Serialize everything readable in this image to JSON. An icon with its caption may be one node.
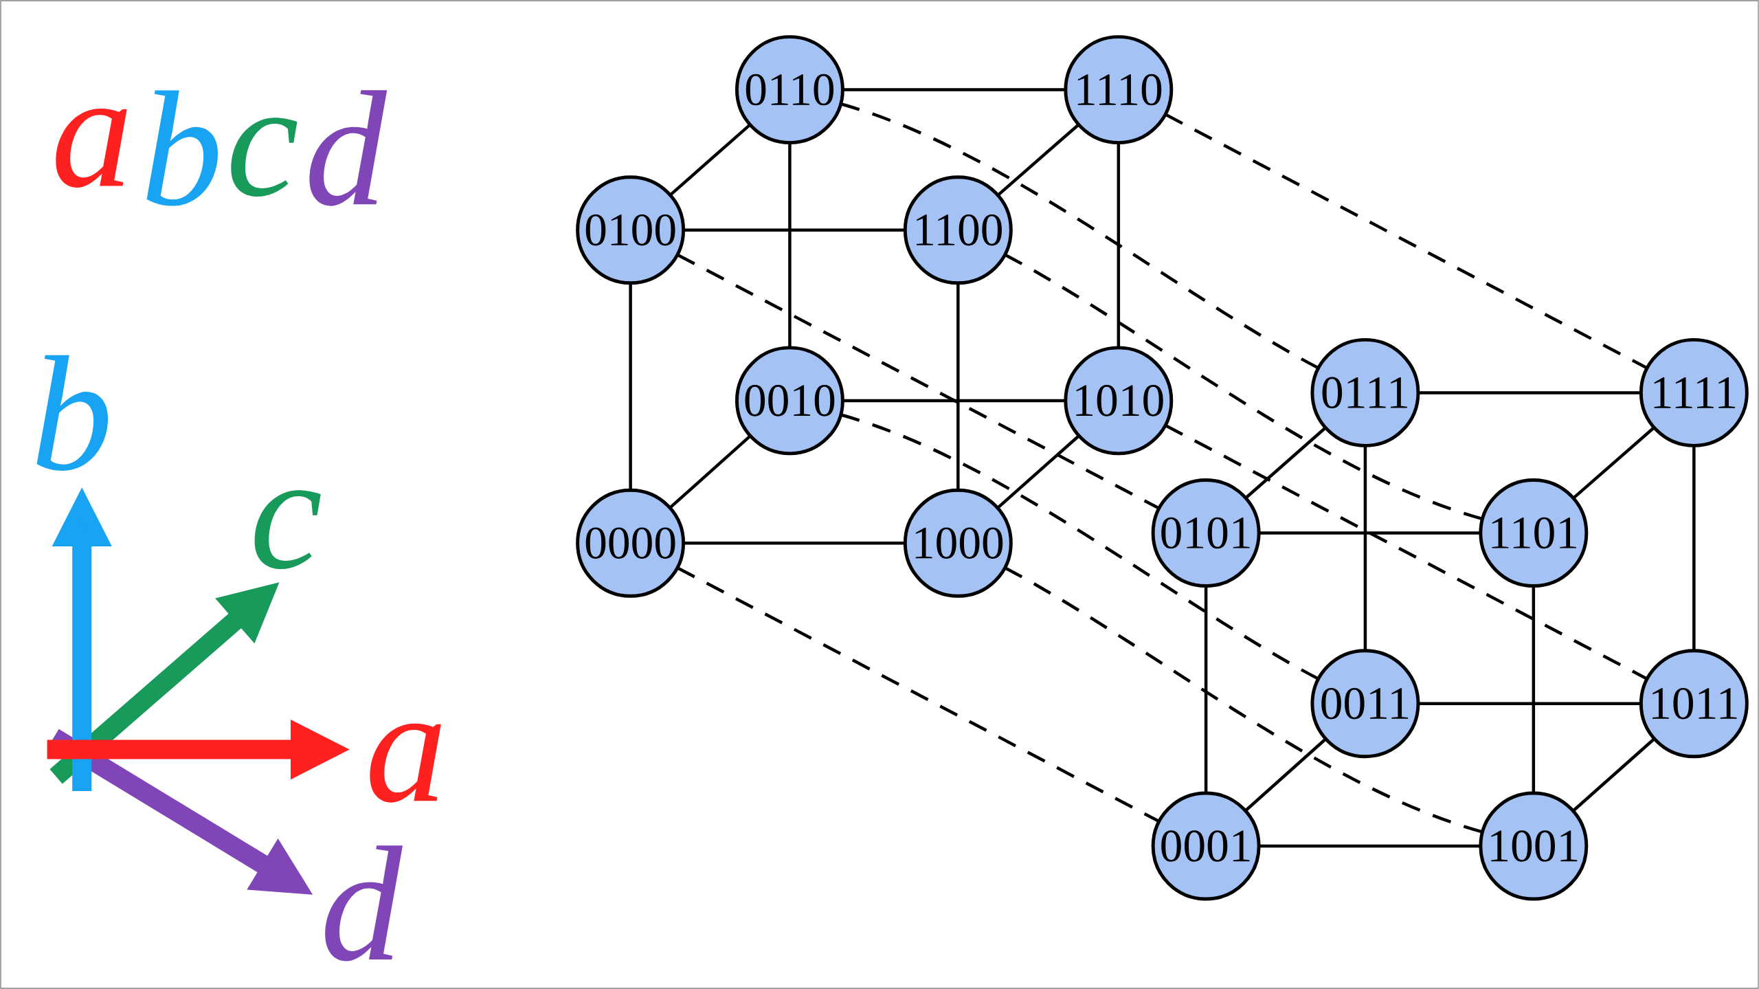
{
  "diagram": {
    "nodes": [
      {
        "text": [
          "0110"
        ]
      },
      {
        "text": [
          "1110"
        ]
      },
      {
        "text": [
          "0100"
        ]
      },
      {
        "text": [
          "1100"
        ]
      },
      {
        "text": [
          "0010"
        ]
      },
      {
        "text": [
          "1010"
        ]
      },
      {
        "text": [
          "0000"
        ]
      },
      {
        "text": [
          "1000"
        ]
      },
      {
        "text": [
          "0111"
        ]
      },
      {
        "text": [
          "1111"
        ]
      },
      {
        "text": [
          "0101"
        ]
      },
      {
        "text": [
          "1101"
        ]
      },
      {
        "text": [
          "0011"
        ]
      },
      {
        "text": [
          "1011"
        ]
      },
      {
        "text": [
          "0001"
        ]
      },
      {
        "text": [
          "1001"
        ]
      }
    ],
    "edges": [
      {
        "from": 0,
        "to": 1,
        "arrow": "none"
      },
      {
        "from": 0,
        "to": 2,
        "arrow": "none"
      },
      {
        "from": 1,
        "to": 3,
        "arrow": "none"
      },
      {
        "from": 2,
        "to": 3,
        "arrow": "none"
      },
      {
        "from": 0,
        "to": 4,
        "arrow": "none"
      },
      {
        "from": 1,
        "to": 5,
        "arrow": "none"
      },
      {
        "from": 2,
        "to": 6,
        "arrow": "none"
      },
      {
        "from": 3,
        "to": 7,
        "arrow": "none"
      },
      {
        "from": 4,
        "to": 5,
        "arrow": "none"
      },
      {
        "from": 4,
        "to": 6,
        "arrow": "none"
      },
      {
        "from": 5,
        "to": 7,
        "arrow": "none"
      },
      {
        "from": 6,
        "to": 7,
        "arrow": "none"
      },
      {
        "from": 8,
        "to": 9,
        "arrow": "none"
      },
      {
        "from": 8,
        "to": 10,
        "arrow": "none"
      },
      {
        "from": 9,
        "to": 11,
        "arrow": "none"
      },
      {
        "from": 10,
        "to": 11,
        "arrow": "none"
      },
      {
        "from": 8,
        "to": 12,
        "arrow": "none"
      },
      {
        "from": 9,
        "to": 13,
        "arrow": "none"
      },
      {
        "from": 10,
        "to": 14,
        "arrow": "none"
      },
      {
        "from": 11,
        "to": 15,
        "arrow": "none"
      },
      {
        "from": 12,
        "to": 13,
        "arrow": "none"
      },
      {
        "from": 12,
        "to": 14,
        "arrow": "none"
      },
      {
        "from": 13,
        "to": 15,
        "arrow": "none"
      },
      {
        "from": 14,
        "to": 15,
        "arrow": "none"
      },
      {
        "from": 0,
        "to": 8,
        "arrow": "none",
        "style": "dashed"
      },
      {
        "from": 1,
        "to": 9,
        "arrow": "none",
        "style": "dashed"
      },
      {
        "from": 2,
        "to": 10,
        "arrow": "none",
        "style": "dashed"
      },
      {
        "from": 3,
        "to": 11,
        "arrow": "none",
        "style": "dashed"
      },
      {
        "from": 4,
        "to": 12,
        "arrow": "none",
        "style": "dashed"
      },
      {
        "from": 5,
        "to": 13,
        "arrow": "none",
        "style": "dashed"
      },
      {
        "from": 6,
        "to": 14,
        "arrow": "none",
        "style": "dashed"
      },
      {
        "from": 7,
        "to": 15,
        "arrow": "none",
        "style": "dashed"
      }
    ],
    "labels": [
      "a",
      "b",
      "c",
      "d",
      "b",
      "c",
      "a",
      "d"
    ]
  }
}
